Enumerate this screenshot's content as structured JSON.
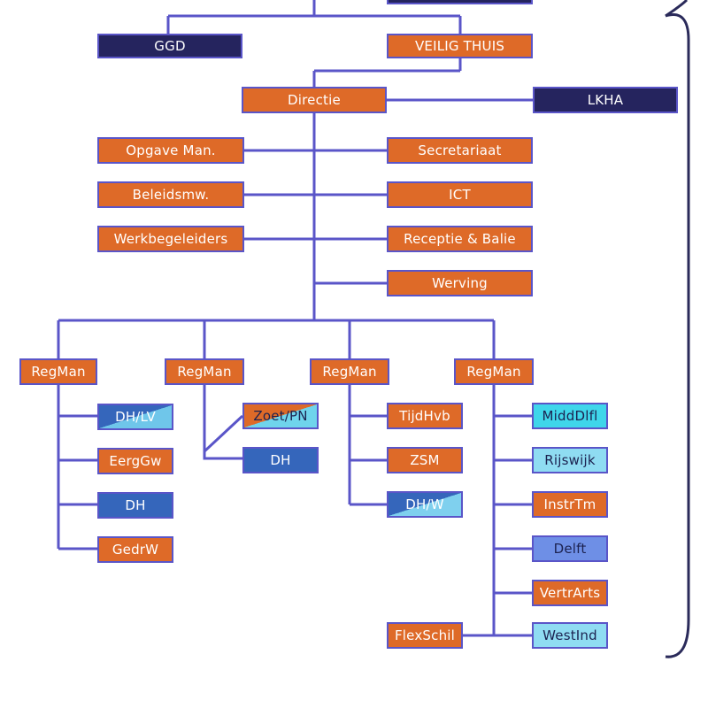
{
  "top_level": {
    "ggd": "GGD",
    "veilig_thuis": "VEILIG THUIS"
  },
  "management": {
    "directie": "Directie",
    "lkha": "LKHA"
  },
  "staff_left": [
    "Opgave Man.",
    "Beleidsmw.",
    "Werkbegeleiders"
  ],
  "staff_right": [
    "Secretariaat",
    "ICT",
    "Receptie & Balie",
    "Werving"
  ],
  "regions": [
    {
      "label": "RegMan",
      "units": [
        "DH/LV",
        "EergGw",
        "DH",
        "GedrW"
      ]
    },
    {
      "label": "RegMan",
      "units": [
        "Zoet/PN",
        "DH"
      ]
    },
    {
      "label": "RegMan",
      "units": [
        "TijdHvb",
        "ZSM",
        "DH/W"
      ]
    },
    {
      "label": "RegMan",
      "units": [
        "MiddDlfl",
        "Rijswijk",
        "InstrTm",
        "Delft",
        "VertrArts",
        "WestInd"
      ]
    }
  ],
  "flex": "FlexSchil",
  "colors": {
    "orange": "#de6a28",
    "navy": "#25245e",
    "blue": "#3566bb",
    "light_blue": "#8fdcf2",
    "line": "#5a55c8"
  }
}
